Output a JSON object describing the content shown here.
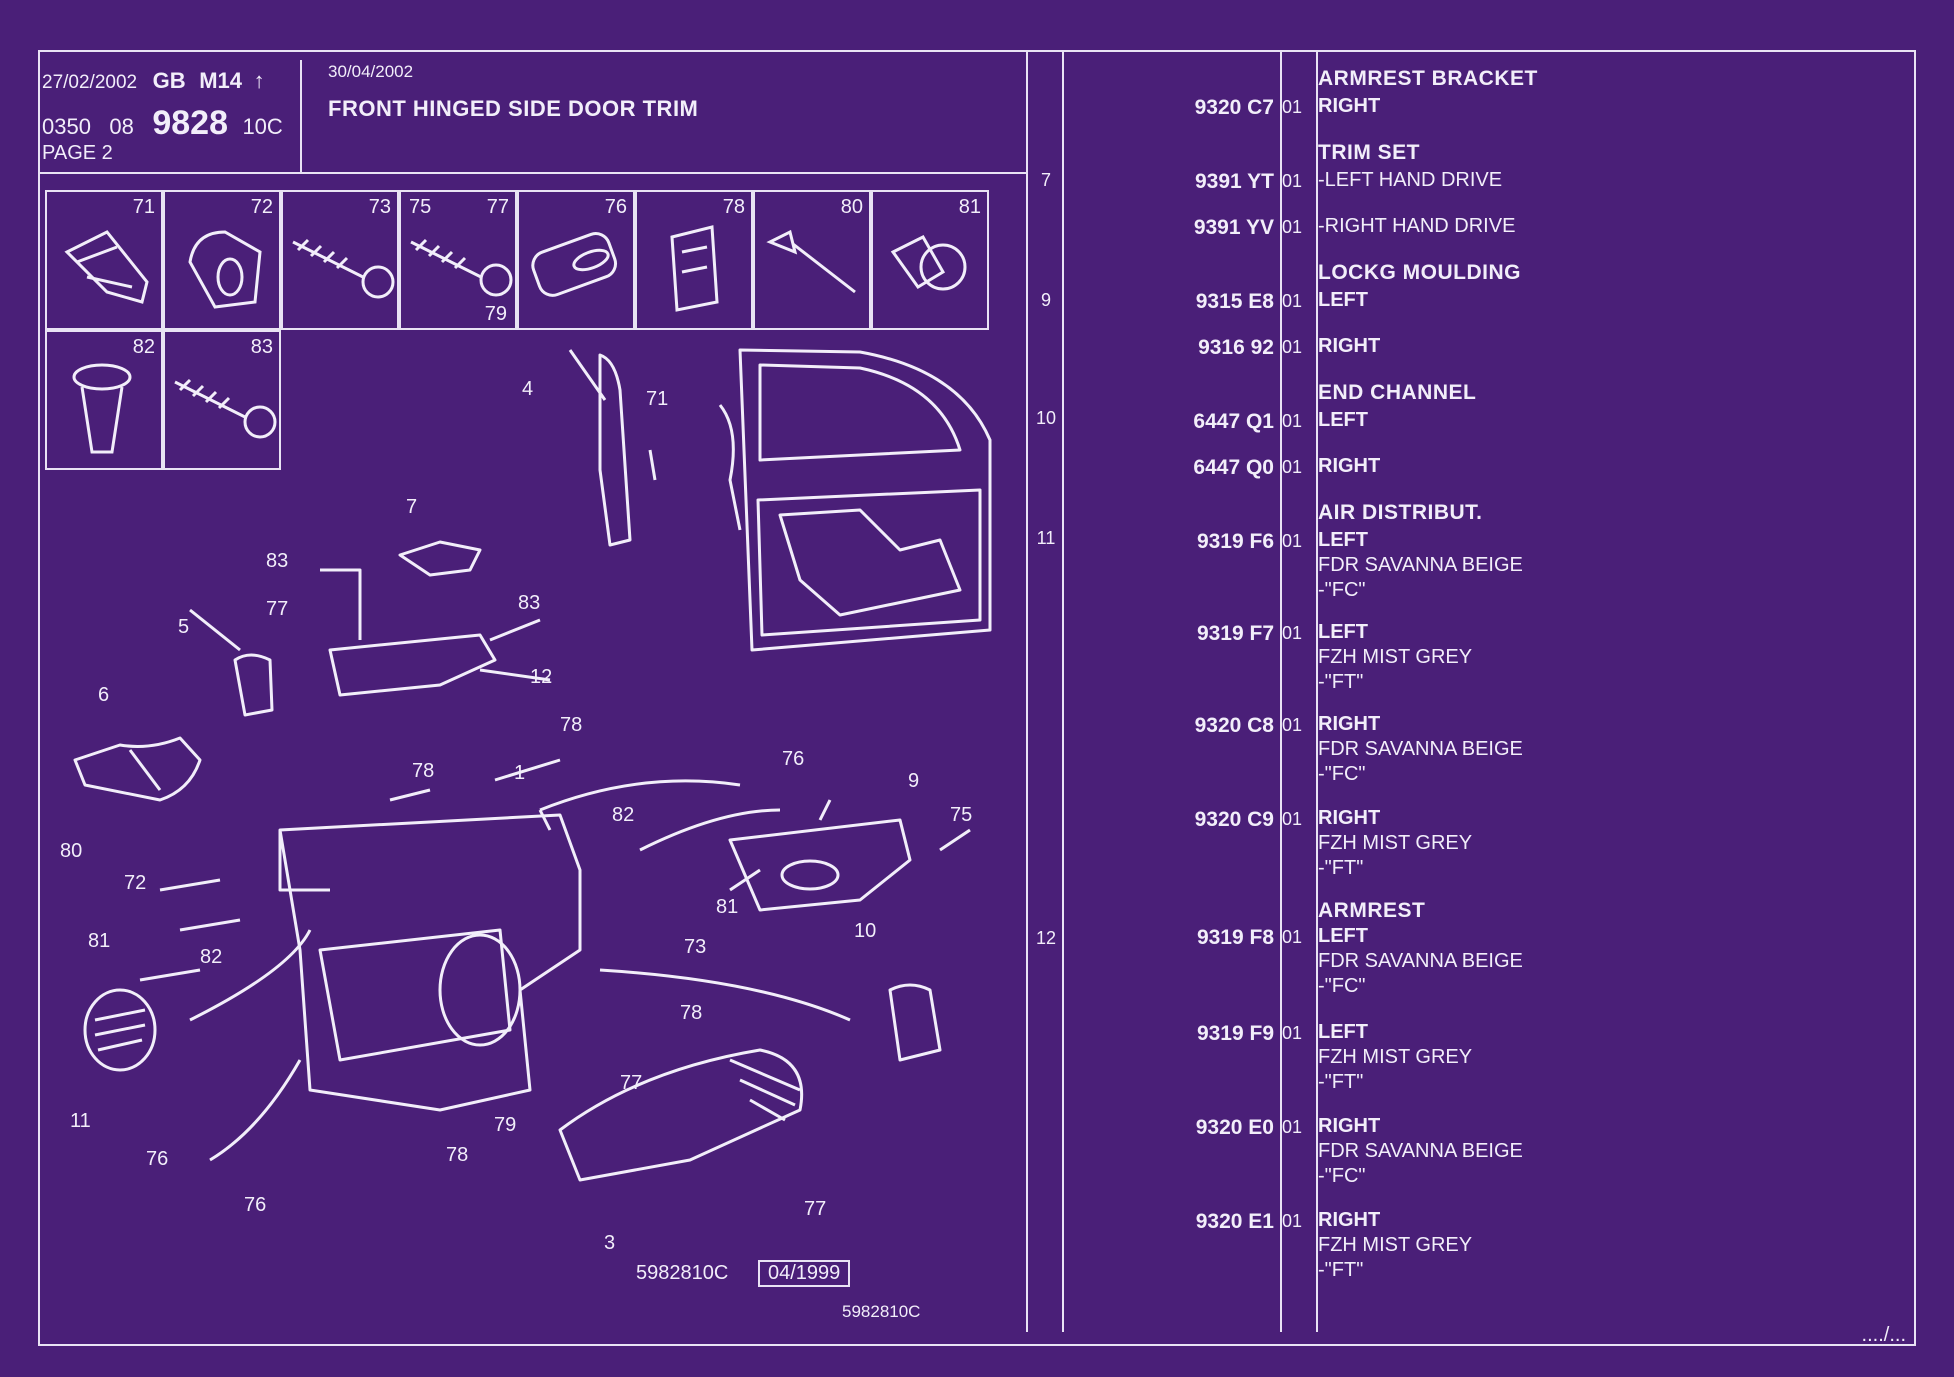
{
  "header": {
    "date": "27/02/2002",
    "language": "GB",
    "model": "M14",
    "code": "0350",
    "section": "08",
    "number": "9828",
    "version": "10C",
    "page": "PAGE 2",
    "issue_date": "30/04/2002",
    "title": "FRONT HINGED SIDE DOOR TRIM"
  },
  "thumbnails": [
    {
      "n": "71"
    },
    {
      "n": "72"
    },
    {
      "n": "73"
    },
    {
      "n": "75",
      "n2": "77",
      "n3": "79"
    },
    {
      "n": "76"
    },
    {
      "n": "78"
    },
    {
      "n": "80"
    },
    {
      "n": "81"
    },
    {
      "n": "82"
    },
    {
      "n": "83"
    }
  ],
  "callouts": {
    "c4": "4",
    "c71": "71",
    "c7": "7",
    "c83a": "83",
    "c77a": "77",
    "c83b": "83",
    "c5": "5",
    "c12": "12",
    "c6": "6",
    "c78a": "78",
    "c78b": "78",
    "c1": "1",
    "c76a": "76",
    "c9": "9",
    "c75": "75",
    "c82a": "82",
    "c80": "80",
    "c72": "72",
    "c81a": "81",
    "c73": "73",
    "c81b": "81",
    "c82b": "82",
    "c10": "10",
    "c11": "11",
    "c78c": "78",
    "c77b": "77",
    "c79": "79",
    "c76b": "76",
    "c78d": "78",
    "c76c": "76",
    "c3": "3",
    "c77c": "77"
  },
  "figure": {
    "code": "5982810C",
    "date": "04/1999",
    "code2": "5982810C"
  },
  "ref_numbers": [
    "7",
    "9",
    "10",
    "11",
    "12"
  ],
  "parts": [
    {
      "pn": "9320 C7",
      "qty": "01",
      "head": "ARMREST BRACKET",
      "side": "RIGHT"
    },
    {
      "pn": "9391 YT",
      "qty": "01",
      "head": "TRIM SET",
      "side": "-LEFT HAND DRIVE"
    },
    {
      "pn": "9391 YV",
      "qty": "01",
      "side": "-RIGHT HAND DRIVE"
    },
    {
      "pn": "9315 E8",
      "qty": "01",
      "head": "LOCKG MOULDING",
      "side": "LEFT"
    },
    {
      "pn": "9316 92",
      "qty": "01",
      "side": "RIGHT"
    },
    {
      "pn": "6447 Q1",
      "qty": "01",
      "head": "END CHANNEL",
      "side": "LEFT"
    },
    {
      "pn": "6447 Q0",
      "qty": "01",
      "side": "RIGHT"
    },
    {
      "pn": "9319 F6",
      "qty": "01",
      "head": "AIR DISTRIBUT.",
      "side": "LEFT",
      "color": "FDR SAVANNA BEIGE",
      "code": "-\"FC\""
    },
    {
      "pn": "9319 F7",
      "qty": "01",
      "side": "LEFT",
      "color": "FZH MIST GREY",
      "code": "-\"FT\""
    },
    {
      "pn": "9320 C8",
      "qty": "01",
      "side": "RIGHT",
      "color": "FDR SAVANNA BEIGE",
      "code": "-\"FC\""
    },
    {
      "pn": "9320 C9",
      "qty": "01",
      "side": "RIGHT",
      "color": "FZH MIST GREY",
      "code": "-\"FT\""
    },
    {
      "pn": "9319 F8",
      "qty": "01",
      "head": "ARMREST",
      "side": "LEFT",
      "color": "FDR SAVANNA BEIGE",
      "code": "-\"FC\""
    },
    {
      "pn": "9319 F9",
      "qty": "01",
      "side": "LEFT",
      "color": "FZH MIST GREY",
      "code": "-\"FT\""
    },
    {
      "pn": "9320 E0",
      "qty": "01",
      "side": "RIGHT",
      "color": "FDR SAVANNA BEIGE",
      "code": "-\"FC\""
    },
    {
      "pn": "9320 E1",
      "qty": "01",
      "side": "RIGHT",
      "color": "FZH MIST GREY",
      "code": "-\"FT\""
    }
  ],
  "continuation": "..../...",
  "colors": {
    "background": "#4a1f78",
    "ink": "#f2eefa"
  }
}
